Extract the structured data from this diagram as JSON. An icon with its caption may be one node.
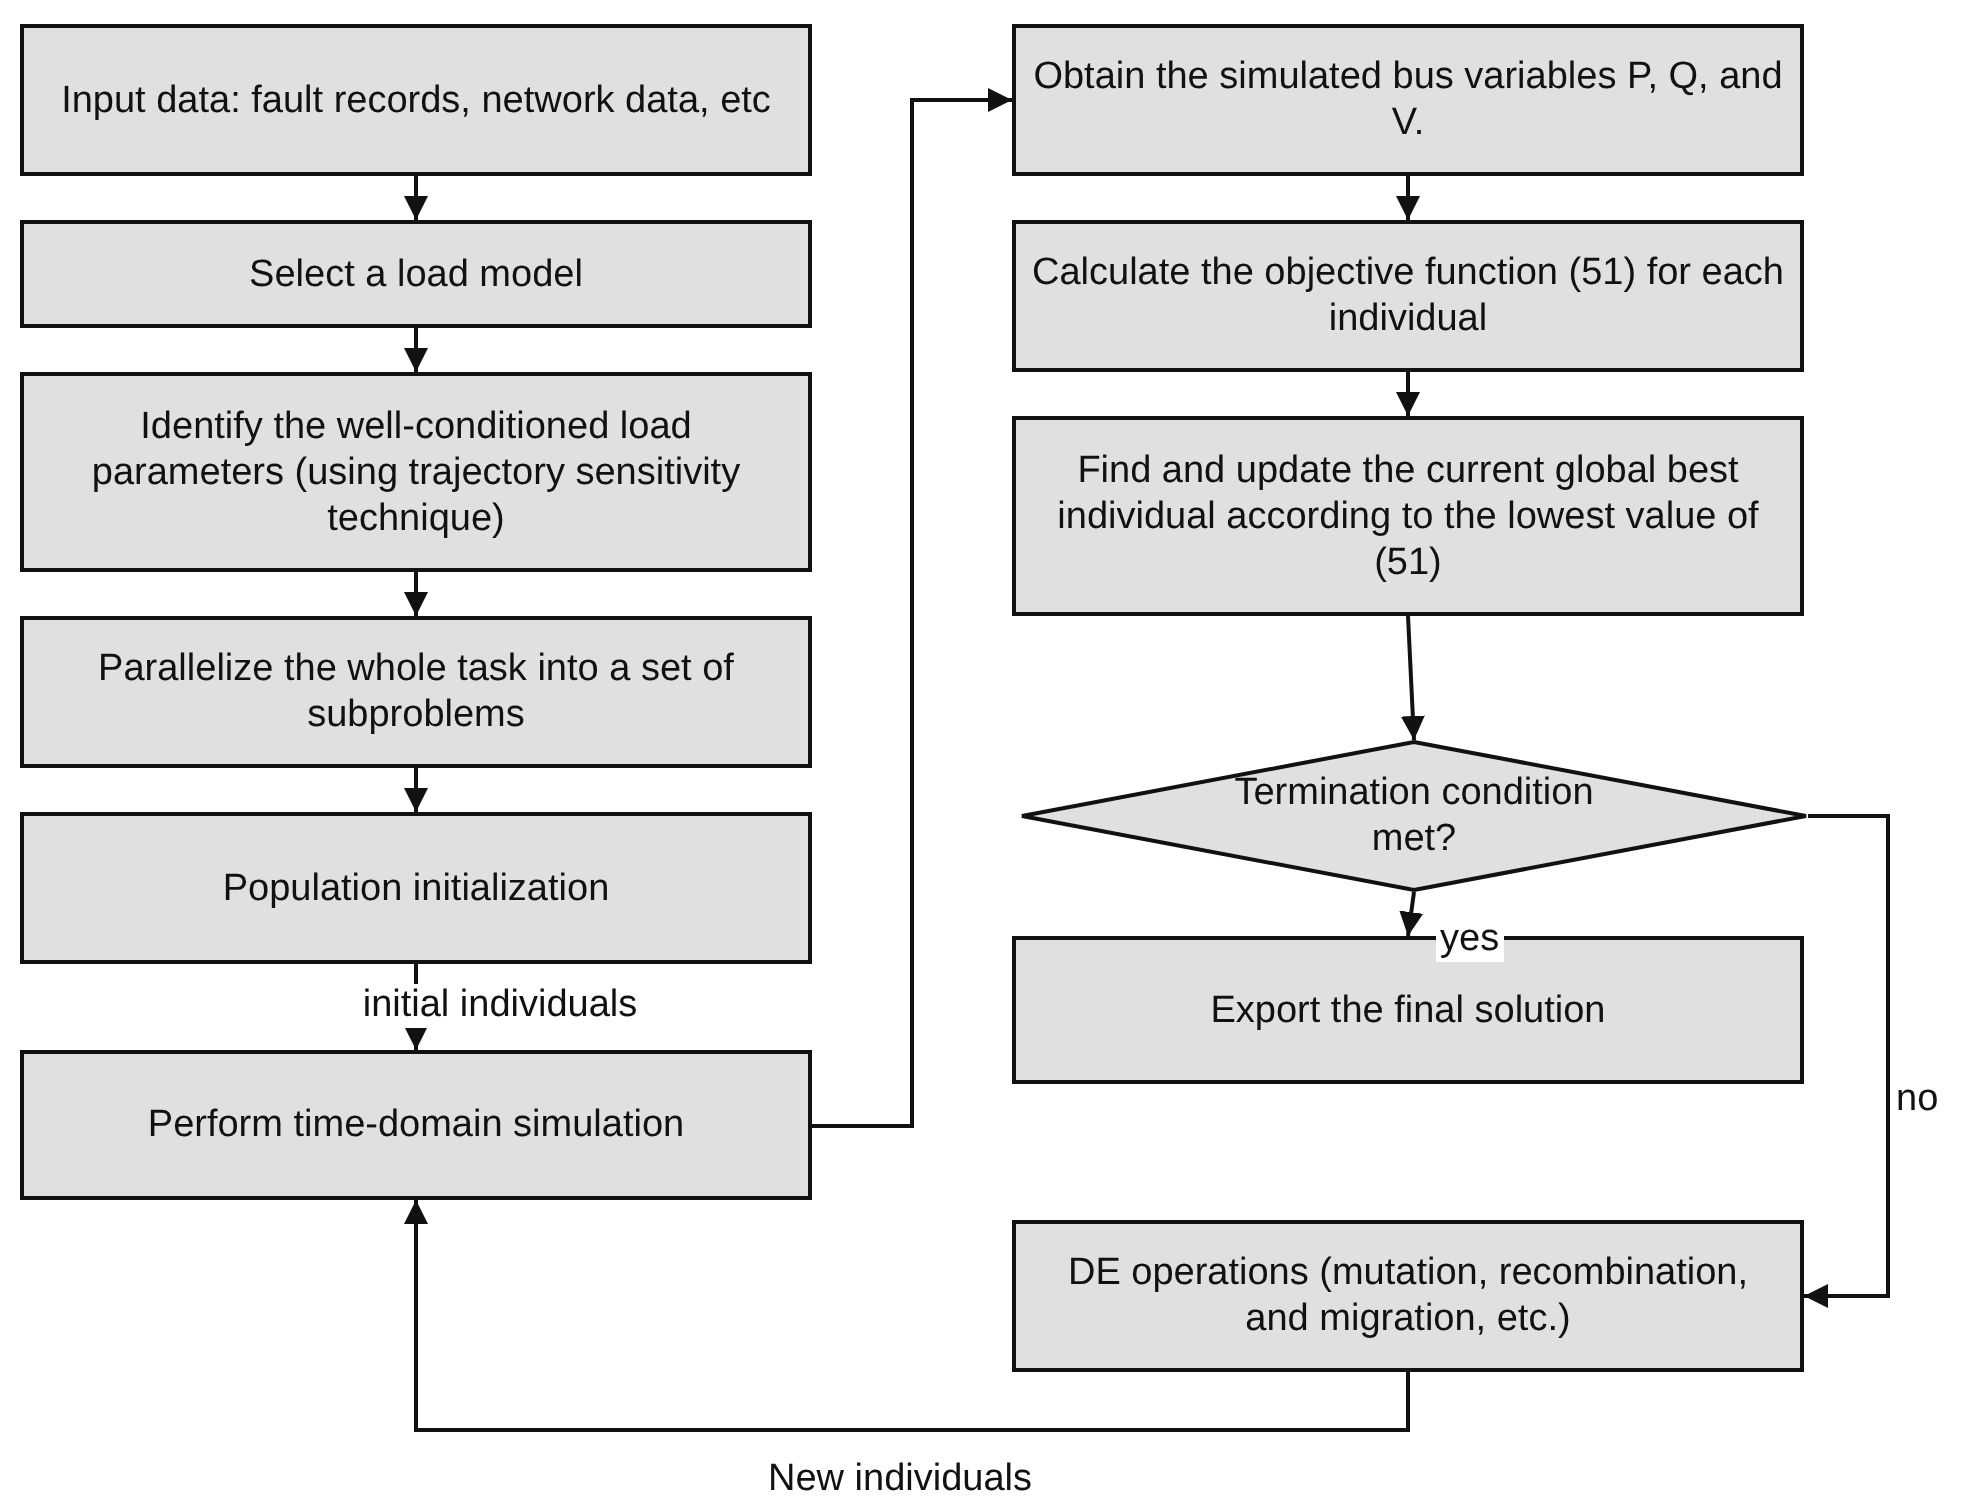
{
  "diagram": {
    "nodes": [
      {
        "text": [
          "Input data: fault records, network data, etc"
        ]
      },
      {
        "text": [
          "Select a load model"
        ]
      },
      {
        "text": [
          "Identify the well-conditioned load parameters (using trajectory sensitivity technique)"
        ]
      },
      {
        "text": [
          "Parallelize the whole task into a set of subproblems"
        ]
      },
      {
        "text": [
          "Population initialization"
        ]
      },
      {
        "text": [
          "Perform time-domain simulation"
        ]
      },
      {
        "text": [
          "Obtain the simulated bus variables P, Q, and V."
        ]
      },
      {
        "text": [
          "Calculate the objective function (51) for each individual"
        ]
      },
      {
        "text": [
          "Find and update the current global best individual according to the lowest value of (51)"
        ]
      },
      {
        "text": [
          "Termination condition met?"
        ]
      },
      {
        "text": [
          "Export the final solution"
        ]
      },
      {
        "text": [
          "DE operations (mutation, recombination, and migration, etc.)"
        ]
      }
    ],
    "edges": [
      {
        "from": 0,
        "to": 1,
        "arrow": "to"
      },
      {
        "from": 1,
        "to": 2,
        "arrow": "to"
      },
      {
        "from": 2,
        "to": 3,
        "arrow": "to"
      },
      {
        "from": 3,
        "to": 4,
        "arrow": "to"
      },
      {
        "from": 4,
        "to": 5,
        "arrow": "to",
        "label": "initial individuals"
      },
      {
        "from": 5,
        "to": 6,
        "arrow": "to"
      },
      {
        "from": 6,
        "to": 7,
        "arrow": "to"
      },
      {
        "from": 7,
        "to": 8,
        "arrow": "to"
      },
      {
        "from": 8,
        "to": 9,
        "arrow": "to"
      },
      {
        "from": 9,
        "to": 10,
        "arrow": "to",
        "label": "yes"
      },
      {
        "from": 9,
        "to": 11,
        "arrow": "to",
        "label": "no"
      },
      {
        "from": 11,
        "to": 5,
        "arrow": "to",
        "label": "New individuals"
      }
    ]
  }
}
